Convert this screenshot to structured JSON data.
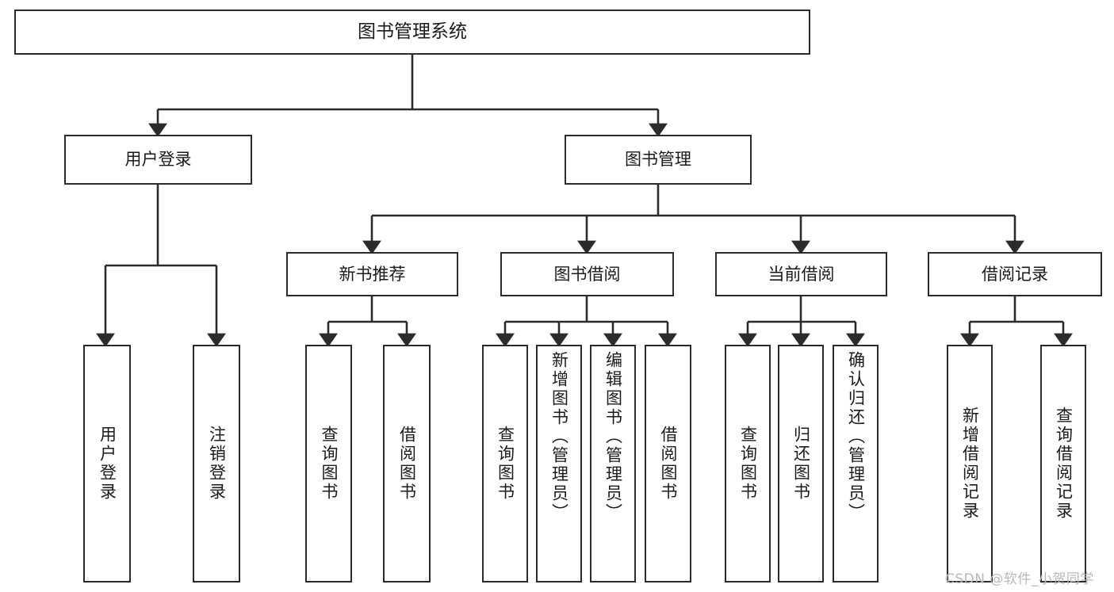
{
  "diagram": {
    "type": "tree",
    "title": "图书管理系统",
    "root": {
      "label": "图书管理系统"
    },
    "level2": [
      {
        "label": "用户登录"
      },
      {
        "label": "图书管理"
      }
    ],
    "level3": [
      {
        "label": "新书推荐"
      },
      {
        "label": "图书借阅"
      },
      {
        "label": "当前借阅"
      },
      {
        "label": "借阅记录"
      }
    ],
    "leaves": {
      "user_login": [
        {
          "label": "用户登录"
        },
        {
          "label": "注销登录"
        }
      ],
      "new_book_recommend": [
        {
          "label": "查询图书"
        },
        {
          "label": "借阅图书"
        }
      ],
      "book_borrow": [
        {
          "label": "查询图书"
        },
        {
          "label": "新增图书（管理员）"
        },
        {
          "label": "编辑图书（管理员）"
        },
        {
          "label": "借阅图书"
        }
      ],
      "current_borrow": [
        {
          "label": "查询图书"
        },
        {
          "label": "归还图书"
        },
        {
          "label": "确认归还（管理员）"
        }
      ],
      "borrow_record": [
        {
          "label": "新增借阅记录"
        },
        {
          "label": "查询借阅记录"
        }
      ]
    }
  },
  "watermark": {
    "text": "CSDN @软件_小贺同学"
  },
  "colors": {
    "stroke": "#2b2b2b",
    "background": "#ffffff",
    "text": "#1a1a1a",
    "watermark": "#b8b8b8"
  }
}
